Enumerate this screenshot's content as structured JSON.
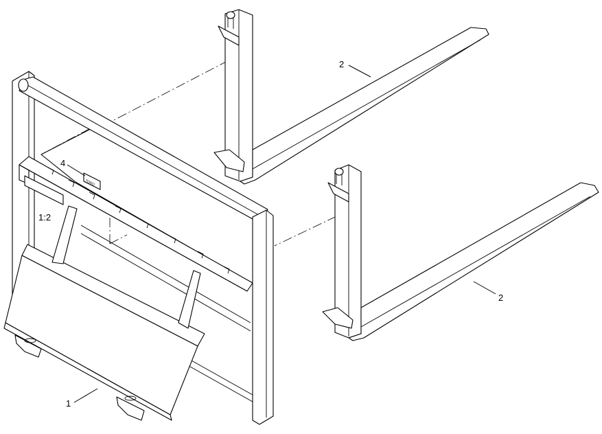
{
  "callouts": {
    "mount_frame": "1",
    "fork_upper": "2",
    "fork_lower": "2",
    "decal_ratio": "1:2",
    "decal_logo": "4"
  },
  "decal_text": "TORO",
  "colors": {
    "line": "#000000",
    "background": "#ffffff"
  }
}
